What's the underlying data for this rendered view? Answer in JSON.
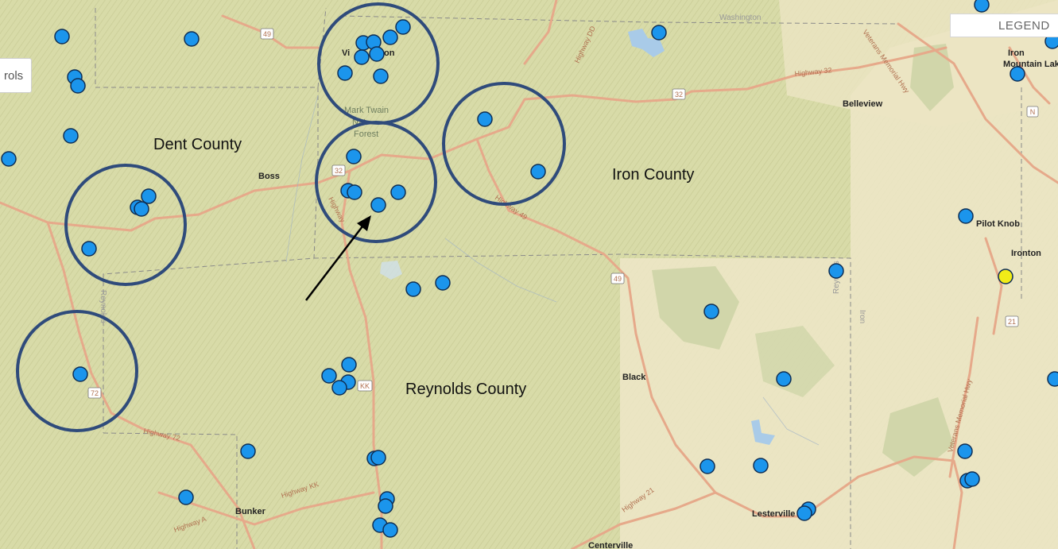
{
  "map": {
    "controls_label": "rols",
    "legend_label": "LEGEND",
    "counties": [
      "Dent County",
      "Iron County",
      "Reynolds County"
    ],
    "towns": [
      "Boss",
      "Belleview",
      "Pilot Knob",
      "Ironton",
      "Black",
      "Bunker",
      "Lesterville",
      "Centerville",
      "Mountain Lake"
    ],
    "town_partials": [
      "Vi",
      "on",
      "Iron"
    ],
    "forest_label": {
      "line1": "Mark Twain",
      "line2": "Nat",
      "line3": "Forest"
    },
    "road_labels": [
      "Highway 32",
      "Highway 72",
      "Highway KK",
      "Highway A",
      "Highway 21",
      "Highway 49",
      "Highway",
      "Highway DD",
      "Veterans Memorial Hwy"
    ],
    "shields": [
      "49",
      "32",
      "32",
      "49",
      "72",
      "KK",
      "21",
      "N"
    ],
    "other_labels": [
      "Washington",
      "Reynolds",
      "Iron"
    ],
    "colors": {
      "terrain": "#d9dcae",
      "plain": "#ece5c4",
      "road": "#e6a98a",
      "marker": "#1b95ec",
      "marker_highlight": "#f1ec18",
      "circle": "#2f4b7b"
    }
  }
}
